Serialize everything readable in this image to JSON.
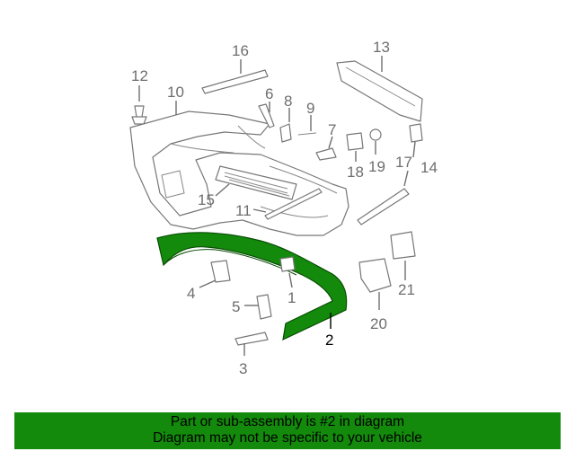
{
  "diagram": {
    "highlight_color": "#138a0b",
    "highlighted_part": "2",
    "callouts": [
      "1",
      "2",
      "3",
      "4",
      "5",
      "6",
      "7",
      "8",
      "9",
      "10",
      "11",
      "12",
      "13",
      "14",
      "15",
      "16",
      "17",
      "18",
      "19",
      "20",
      "21"
    ]
  },
  "footer": {
    "line1": "Part or sub-assembly is #2 in diagram",
    "line2": "Diagram may not be specific to your vehicle",
    "background": "#138a0b"
  }
}
